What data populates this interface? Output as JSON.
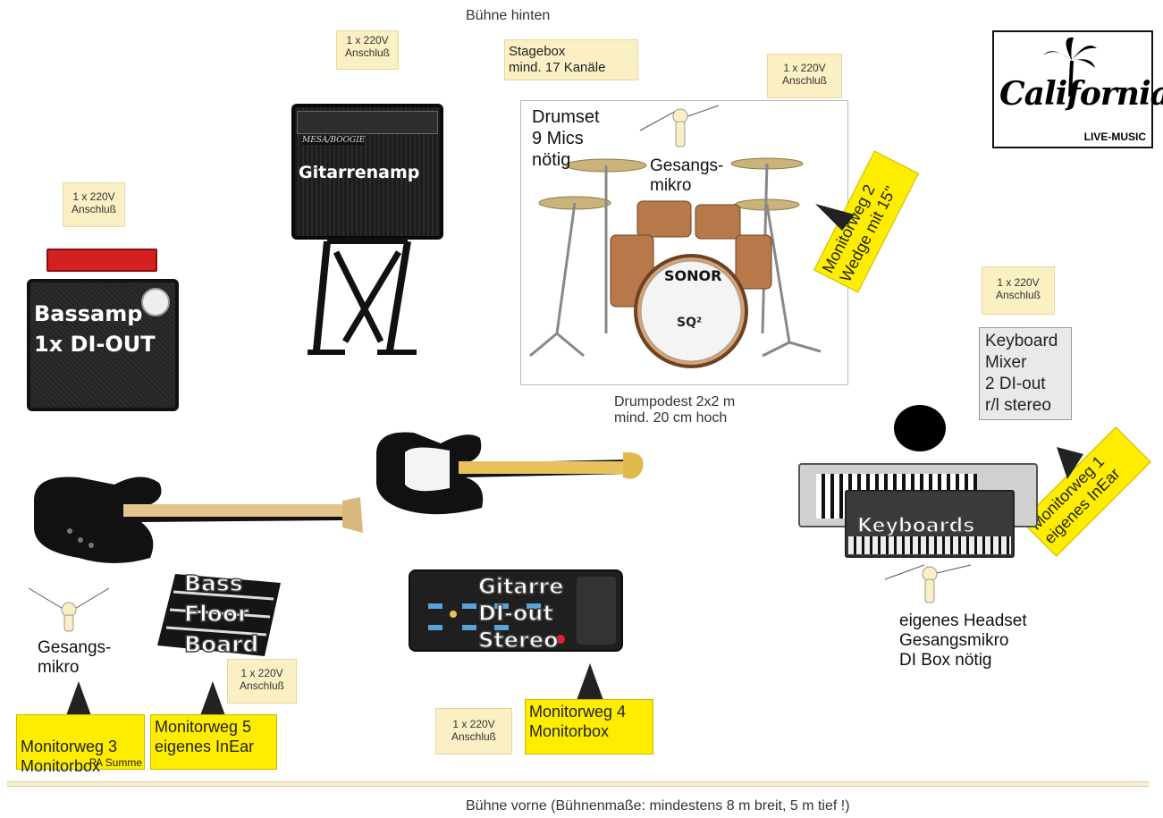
{
  "stage": {
    "back_label": "Bühne hinten",
    "front_label": "Bühne vorne  (Bühnenmaße:  mindestens 8 m breit, 5 m tief !)"
  },
  "logo": {
    "brand": "California",
    "sub": "LIVE-MUSIC"
  },
  "power_notes": {
    "text": "1 x 220V\nAnschluß"
  },
  "stagebox": {
    "text": "Stagebox\nmind. 17 Kanäle"
  },
  "drums": {
    "text": "Drumset\n9 Mics\nnötig",
    "vocal_mic": "Gesangs-\nmikro",
    "brand": "SONOR",
    "kick_logo": "SQ²",
    "podest": "Drumpodest 2x2 m\nmind. 20 cm hoch"
  },
  "guitar_amp": {
    "label": "Gitarrenamp",
    "brand": "MESA/BOOGIE"
  },
  "bass_amp": {
    "label": "Bassamp\n1x DI-OUT"
  },
  "bass_floor": {
    "label": "Bass\nFloor\nBoard"
  },
  "guitar_fx": {
    "label": "Gitarre\nDI-out\nStereo"
  },
  "left_vocal": {
    "text": "Gesangs-\nmikro"
  },
  "keyboard": {
    "label": "Keyboards",
    "mixer": "Keyboard\nMixer\n2 DI-out\nr/l stereo",
    "headset": "eigenes Headset\nGesangsmikro\nDI Box nötig"
  },
  "monitors": {
    "m1": "Monitorweg 1\neigenes InEar",
    "m2": "Monitorweg 2\nWedge mit 15\"",
    "m3": "Monitorweg 3\nMonitorbox",
    "m3_sub": "PA Summe",
    "m4": "Monitorweg 4\nMonitorbox",
    "m5": "Monitorweg 5\neigenes InEar"
  },
  "colors": {
    "note_bg": "#fbefc4",
    "monitor_bg": "#ffed00",
    "mixer_bg": "#e9e9e9",
    "stage_line": "#e8d9a8"
  }
}
